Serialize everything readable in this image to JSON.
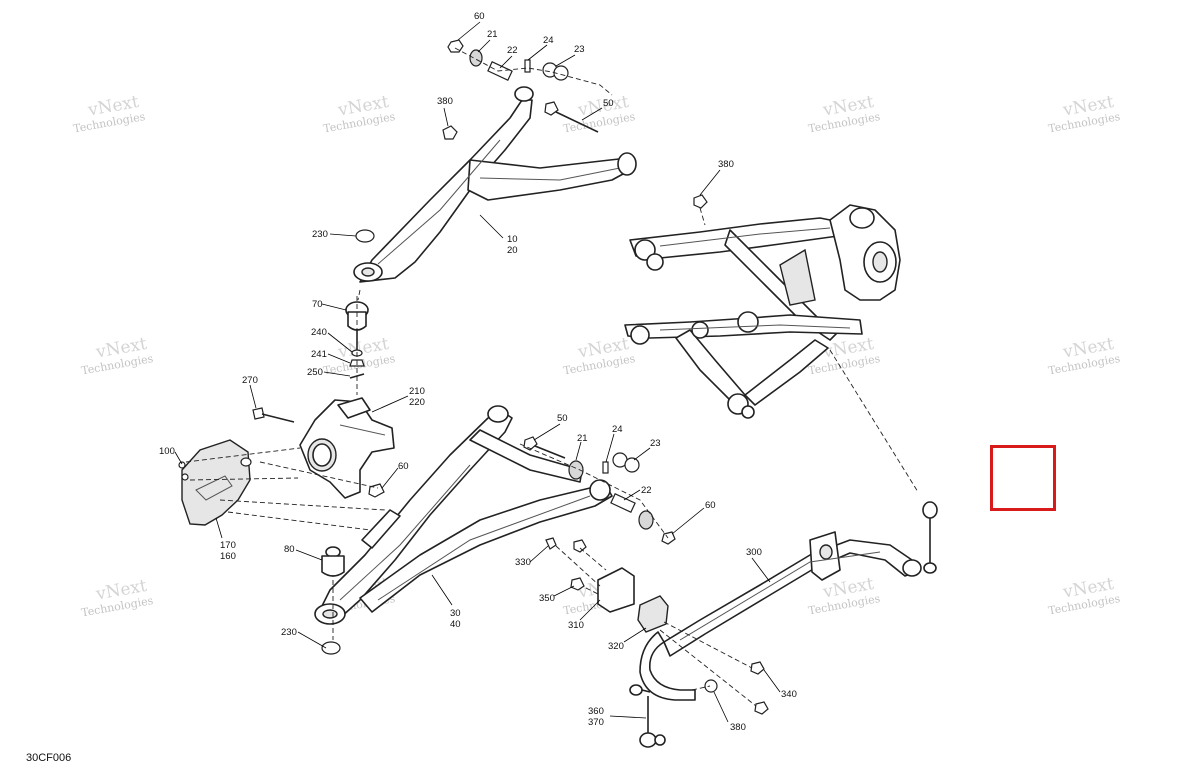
{
  "figure_code": "30CF006",
  "watermark_line1": "vNext",
  "watermark_line2": "Technologies",
  "watermark_inline": "vNext Technologies",
  "highlight_color": "#d91a1a",
  "callouts": {
    "c60_top": "60",
    "c21_top": "21",
    "c22_top": "22",
    "c24_top": "24",
    "c23_top": "23",
    "c380_a": "380",
    "c50_top": "50",
    "c380_b": "380",
    "c230_top": "230",
    "c10": "10",
    "c20": "20",
    "c70": "70",
    "c240": "240",
    "c241": "241",
    "c250": "250",
    "c270": "270",
    "c210": "210",
    "c220": "220",
    "c50_mid": "50",
    "c24_mid": "24",
    "c21_mid": "21",
    "c23_mid": "23",
    "c22_mid": "22",
    "c60_mid": "60",
    "c100": "100",
    "c60_knuckle": "60",
    "c170": "170",
    "c160": "160",
    "c80": "80",
    "c30": "30",
    "c40": "40",
    "c230_bottom": "230",
    "c300": "300",
    "c330": "330",
    "c350": "350",
    "c310": "310",
    "c320": "320",
    "c340": "340",
    "c380_c": "380",
    "c360": "360",
    "c370": "370"
  }
}
